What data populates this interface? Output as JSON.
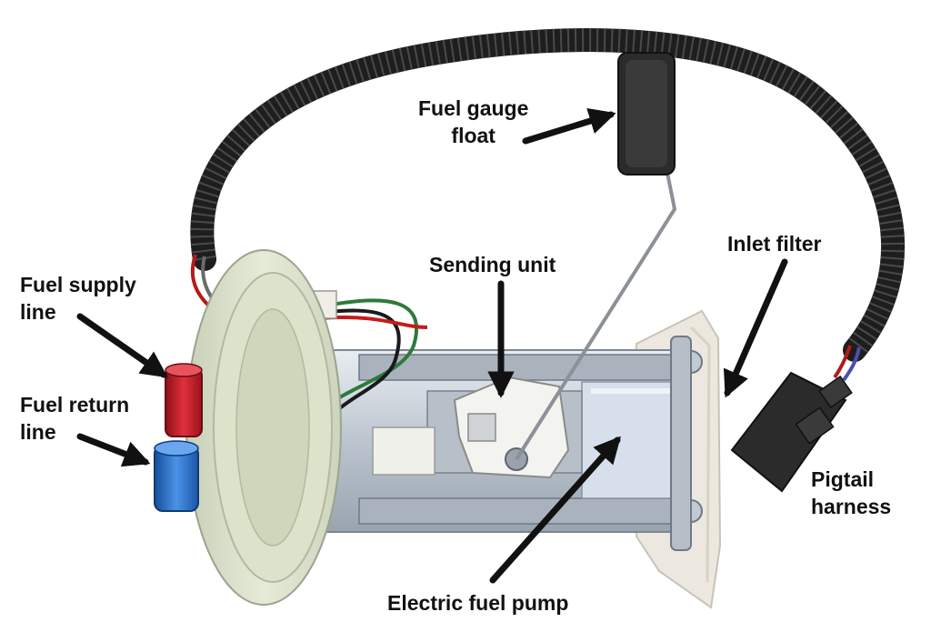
{
  "labels": {
    "fuel_gauge_float": [
      "Fuel gauge",
      "float"
    ],
    "inlet_filter": "Inlet filter",
    "sending_unit": "Sending unit",
    "fuel_supply_line": [
      "Fuel supply",
      "line"
    ],
    "fuel_return_line": [
      "Fuel return",
      "line"
    ],
    "pigtail_harness": [
      "Pigtail",
      "harness"
    ],
    "electric_fuel_pump": "Electric fuel pump"
  },
  "colors": {
    "background": "#ffffff",
    "label_text": "#111111",
    "arrow": "#111111",
    "hose": "#1e1e1e",
    "flange": "#dfe5cf",
    "pump_metal": "#cfd6de",
    "filter": "#ece8e0",
    "supply_fitting": "#c8202c",
    "return_fitting": "#2a6fc9",
    "connector": "#2b2b2b"
  },
  "icons": [
    "arrow-icon"
  ]
}
